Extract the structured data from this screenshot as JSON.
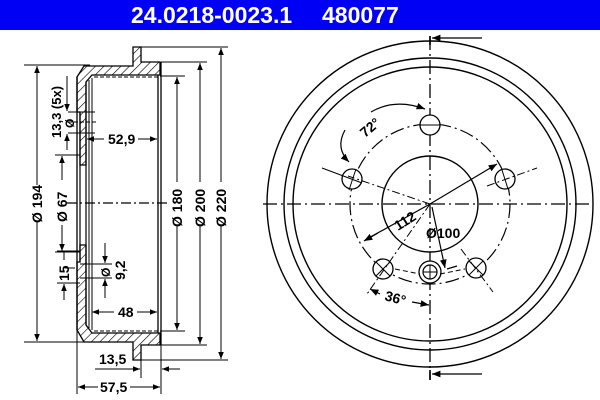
{
  "header": {
    "part_number": "24.0218-0023.1",
    "alt_number": "480077",
    "background_color": "#0000f5",
    "text_color": "#ffffff"
  },
  "section_view": {
    "dimensions": {
      "d194": "Ø 194",
      "d67": "Ø 67",
      "d180": "Ø 180",
      "d200": "Ø 200",
      "d220": "Ø 220",
      "hole_dia": "13,3 (5x)",
      "hole_symbol": "Ø",
      "depth_52_9": "52,9",
      "small_hole": "9,2",
      "small_hole_symbol": "Ø",
      "width_15": "15",
      "depth_48": "48",
      "flange_13_5": "13,5",
      "total_57_5": "57,5"
    }
  },
  "front_view": {
    "dimensions": {
      "angle_72": "72°",
      "radius_112": "112",
      "d100": "Ø100",
      "angle_36": "36°"
    }
  }
}
